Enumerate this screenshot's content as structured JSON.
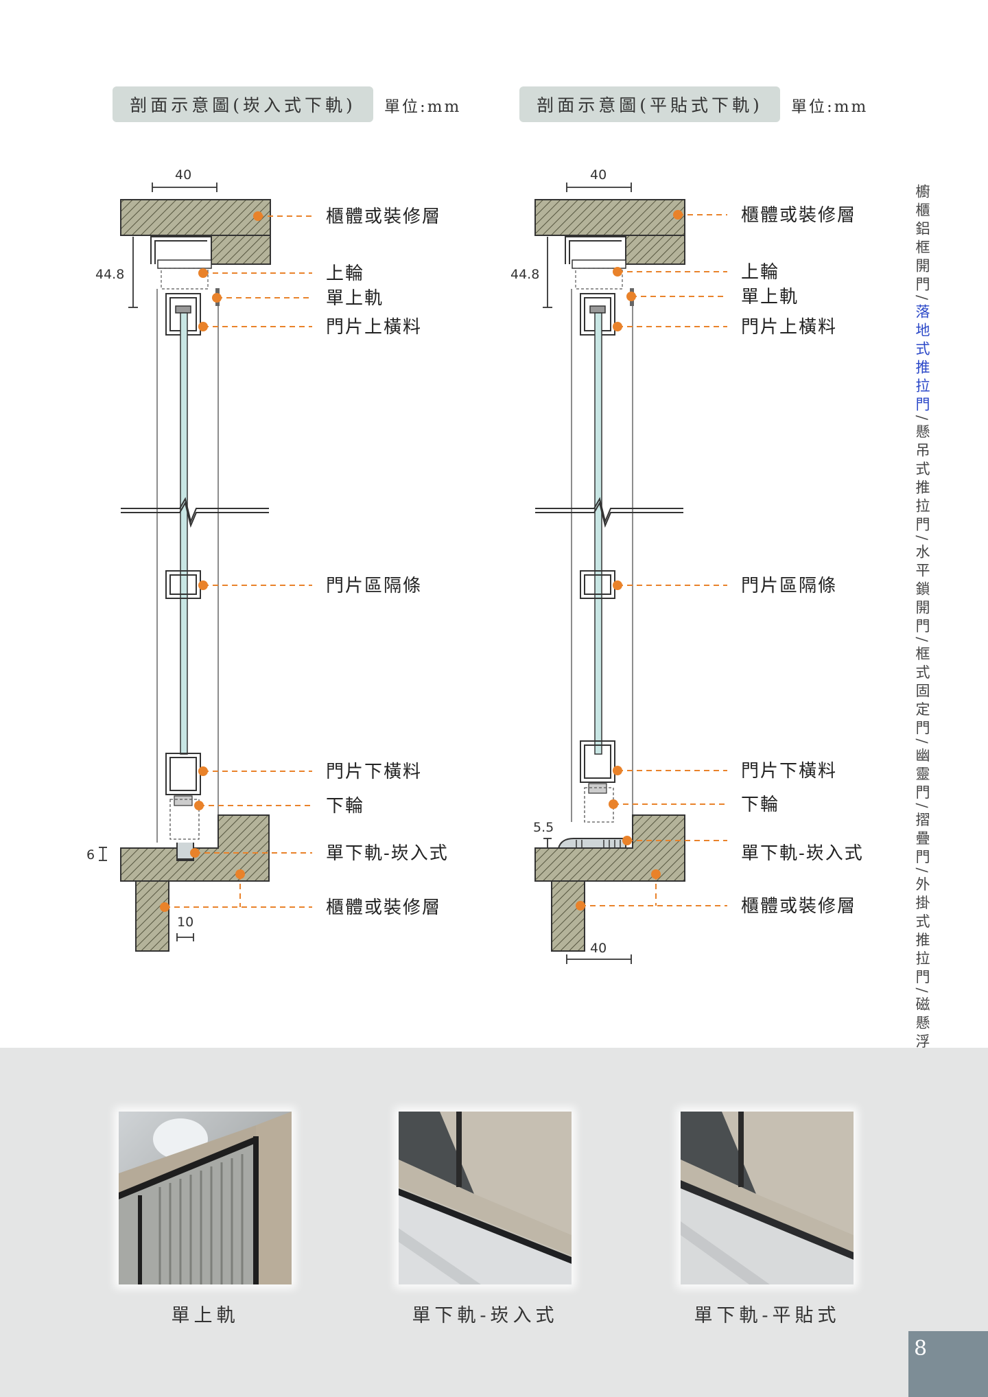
{
  "headers": [
    {
      "title": "剖面示意圖(崁入式下軌)",
      "unit": "單位:mm"
    },
    {
      "title": "剖面示意圖(平貼式下軌)",
      "unit": "單位:mm"
    }
  ],
  "left_diagram": {
    "labels": [
      "櫃體或裝修層",
      "上輪",
      "單上軌",
      "門片上橫料",
      "門片區隔條",
      "門片下橫料",
      "下輪",
      "單下軌-崁入式",
      "櫃體或裝修層"
    ],
    "dims": {
      "top_width": "40",
      "top_height": "44.8",
      "bottom_gap": "6",
      "bottom_offset": "10"
    }
  },
  "right_diagram": {
    "labels": [
      "櫃體或裝修層",
      "上輪",
      "單上軌",
      "門片上橫料",
      "門片區隔條",
      "門片下橫料",
      "下輪",
      "單下軌-崁入式",
      "櫃體或裝修層"
    ],
    "dims": {
      "top_width": "40",
      "top_height": "44.8",
      "bottom_gap": "5.5",
      "bottom_width": "40"
    }
  },
  "side_nav": {
    "items": [
      "櫥櫃鋁框開門",
      "落地式推拉門",
      "懸吊式推拉門",
      "水平鎖開門",
      "框式固定門",
      "幽靈門",
      "摺疊門",
      "外掛式推拉門",
      "磁懸浮自動門"
    ],
    "separator": "/",
    "active_index": 1
  },
  "photos": [
    {
      "caption": "單上軌"
    },
    {
      "caption": "單下軌-崁入式"
    },
    {
      "caption": "單下軌-平貼式"
    }
  ],
  "page_number": "8",
  "colors": {
    "accent": "#e9822a",
    "hatch": "#b4b39a",
    "glass": "#c8e6e4",
    "nav_active": "#2b48c8",
    "page_tab": "#7d8d96"
  }
}
